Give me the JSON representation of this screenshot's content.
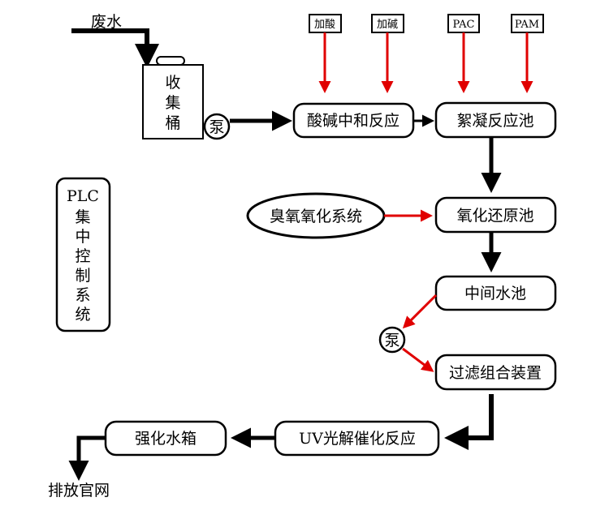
{
  "input": {
    "label": "废水"
  },
  "collection_bucket": {
    "label_lines": [
      "收",
      "集",
      "桶"
    ]
  },
  "pumps": {
    "pump1": "泵",
    "pump2": "泵"
  },
  "chemicals": [
    "加酸",
    "加碱",
    "PAC",
    "PAM"
  ],
  "processes": {
    "acid_base": "酸碱中和反应",
    "flocculation": "絮凝反应池",
    "redox": "氧化还原池",
    "middle_pool": "中间水池",
    "filter": "过滤组合装置",
    "uv": "UV光解催化反应",
    "tank": "强化水箱"
  },
  "ozone": {
    "label": "臭氧氧化系统"
  },
  "plc": {
    "title": "PLC",
    "label_lines": [
      "集",
      "中",
      "控",
      "制",
      "系",
      "统"
    ]
  },
  "output": {
    "label": "排放官网"
  },
  "colors": {
    "black_flow": "#000000",
    "red_flow": "#e00000"
  }
}
